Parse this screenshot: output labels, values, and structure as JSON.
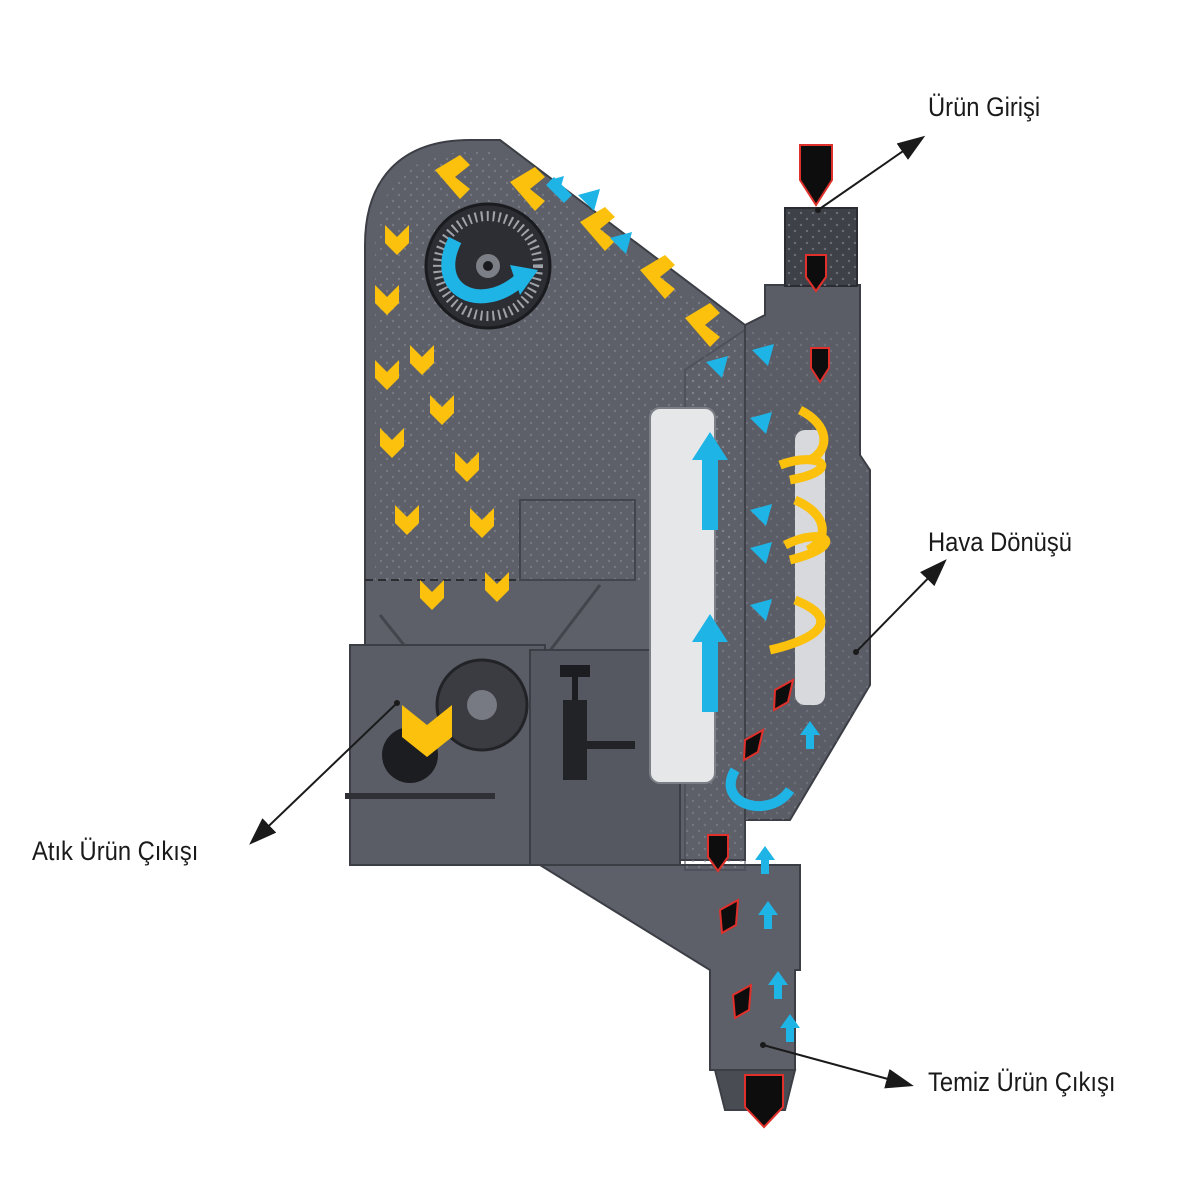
{
  "labels": {
    "product_inlet": "Ürün Girişi",
    "air_return": "Hava Dönüşü",
    "waste_outlet": "Atık Ürün Çıkışı",
    "clean_outlet": "Temiz Ürün Çıkışı"
  },
  "colors": {
    "machine_body": "#5d6069",
    "machine_dark": "#4a4c54",
    "waste_flow": "#fcc10c",
    "air_flow": "#1fb4e6",
    "clean_product": "#0d0d0d",
    "product_outline": "#e0302b",
    "panel_light": "#e6e7e9"
  }
}
